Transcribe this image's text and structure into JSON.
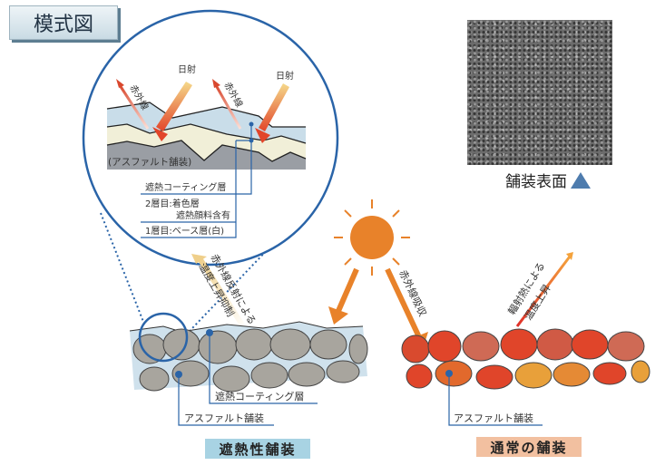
{
  "title": "模式図",
  "surface_photo_label": "舗装表面",
  "inset": {
    "sunlight_label_1": "日射",
    "sunlight_label_2": "日射",
    "infrared_label_1": "赤外線",
    "infrared_label_2": "赤外線",
    "asphalt_label": "(アスファルト舗装)",
    "legend": {
      "coating": "遮熱コーティング層",
      "layer2_line1": "2層目:着色層",
      "layer2_line2": "遮熱顔料含有",
      "layer1": "1層目:ベース層(白)"
    }
  },
  "left": {
    "arrow_label_line1": "赤外線反射による",
    "arrow_label_line2": "温度上昇抑制",
    "coating_label": "遮熱コーティング層",
    "asphalt_label": "アスファルト舗装",
    "caption": "遮熱性舗装"
  },
  "right": {
    "absorb_label": "赤外線吸収",
    "arrow_label_line1": "輻射熱による",
    "arrow_label_line2": "温度上昇",
    "asphalt_label": "アスファルト舗装",
    "caption": "通常の舗装"
  },
  "colors": {
    "accent_blue": "#2a64a8",
    "sun": "#e8822a",
    "hot": "#e03a24"
  }
}
